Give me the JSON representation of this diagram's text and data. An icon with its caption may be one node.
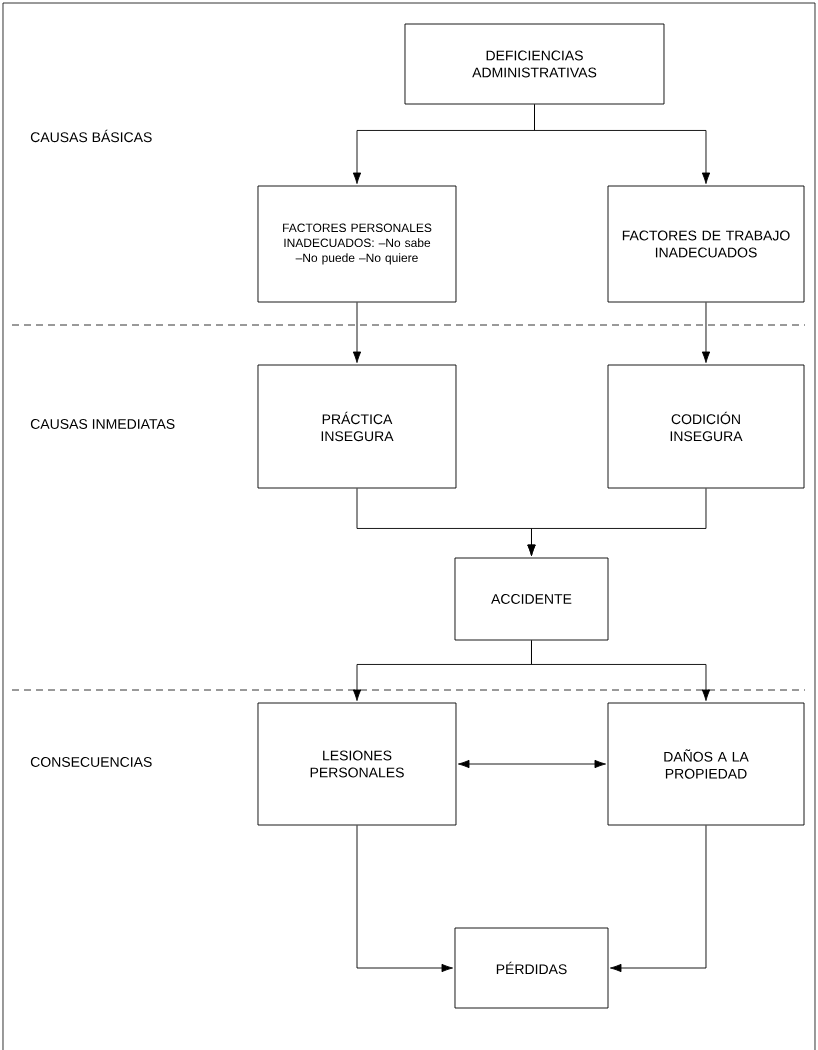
{
  "diagram": {
    "nodes": [
      {
        "text": [
          "DEFICIENCIAS ADMINISTRATIVAS"
        ]
      },
      {
        "text": [
          "FACTORES PERSONALES INADECUADOS: –No sabe –No puede –No quiere"
        ]
      },
      {
        "text": [
          "FACTORES DE TRABAJO INADECUADOS"
        ]
      },
      {
        "text": [
          "PRÁCTICA INSEGURA"
        ]
      },
      {
        "text": [
          "CODICIÓN INSEGURA"
        ]
      },
      {
        "text": [
          "ACCIDENTE"
        ]
      },
      {
        "text": [
          "LESIONES PERSONALES"
        ]
      },
      {
        "text": [
          "DAÑOS A LA PROPIEDAD"
        ]
      },
      {
        "text": [
          "PÉRDIDAS"
        ]
      }
    ],
    "edges": [
      {
        "from": 0,
        "to": 1,
        "arrow": "to"
      },
      {
        "from": 0,
        "to": 2,
        "arrow": "to"
      },
      {
        "from": 1,
        "to": 3,
        "arrow": "to"
      },
      {
        "from": 2,
        "to": 4,
        "arrow": "to"
      },
      {
        "from": 3,
        "to": 5,
        "arrow": "to"
      },
      {
        "from": 4,
        "to": 5,
        "arrow": "to"
      },
      {
        "from": 5,
        "to": 6,
        "arrow": "to"
      },
      {
        "from": 5,
        "to": 7,
        "arrow": "to"
      },
      {
        "from": 6,
        "to": 7,
        "arrow": "both"
      },
      {
        "from": 6,
        "to": 8,
        "arrow": "to"
      },
      {
        "from": 7,
        "to": 8,
        "arrow": "to"
      }
    ],
    "labels": [
      "CAUSAS BÁSICAS",
      "CAUSAS INMEDIATAS",
      "CONSECUENCIAS"
    ]
  }
}
